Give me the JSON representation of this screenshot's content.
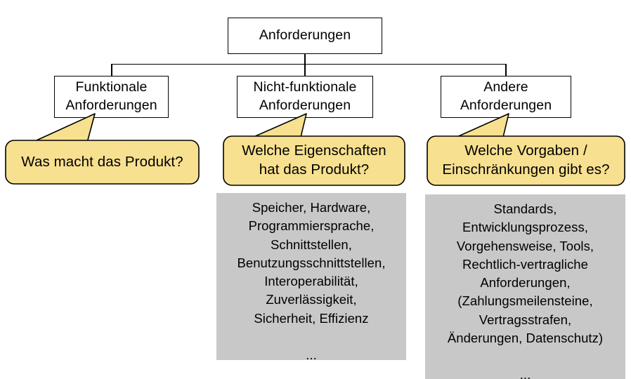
{
  "diagram": {
    "title": "Anforderungen",
    "root": {
      "label": "Anforderungen"
    },
    "children": [
      {
        "id": "funktionale",
        "label": "Funktionale\nAnforderungen"
      },
      {
        "id": "nicht-funktionale",
        "label": "Nicht-funktionale\nAnforderungen"
      },
      {
        "id": "andere",
        "label": "Andere\nAnforderungen"
      }
    ],
    "callouts": [
      {
        "id": "callout-funktionale",
        "text": "Was macht das Produkt?"
      },
      {
        "id": "callout-nicht-funktionale",
        "text": "Welche Eigenschaften\nhat das Produkt?"
      },
      {
        "id": "callout-andere",
        "text": "Welche Vorgaben /\nEinschränkungen gibt es?"
      }
    ],
    "detail_boxes": [
      {
        "id": "details-nicht-funktionale",
        "text": "Speicher, Hardware,\nProgrammiersprache,\nSchnittstellen,\nBenutzungsschnittstellen,\nInteroperabilität,\nZuverlässigkeit,\nSicherheit, Effizienz\n\n..."
      },
      {
        "id": "details-andere",
        "text": "Standards,\nEntwicklungsprozess,\nVorgehensweise, Tools,\nRechtlich-vertragliche\nAnforderungen,\n(Zahlungsmeilensteine,\nVertragsstrafen,\nÄnderungen, Datenschutz)\n\n..."
      }
    ],
    "colors": {
      "callout_fill": "#f7e08f",
      "callout_stroke": "#000000",
      "detail_fill": "#c8c8c8",
      "node_fill": "#ffffff",
      "node_stroke": "#000000",
      "text": "#000000",
      "background": "#ffffff"
    }
  }
}
